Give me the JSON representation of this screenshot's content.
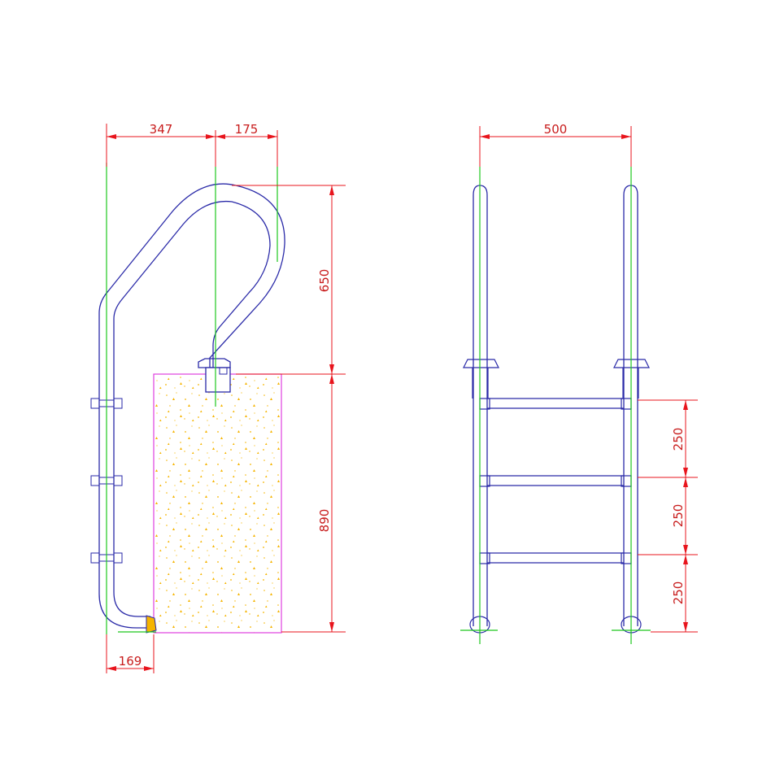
{
  "colors": {
    "dimension": "#e8141c",
    "dimension_text": "#c81c1c",
    "centerline": "#1ec81e",
    "tube": "#2a2aa8",
    "concrete_border": "#e040e0",
    "concrete_fill": "#f5b400"
  },
  "side_view": {
    "dim_top_left": "347",
    "dim_top_right": "175",
    "dim_height_upper": "650",
    "dim_height_lower": "890",
    "dim_bottom": "169"
  },
  "front_view": {
    "dim_width": "500",
    "dim_step_1": "250",
    "dim_step_2": "250",
    "dim_step_3": "250"
  }
}
